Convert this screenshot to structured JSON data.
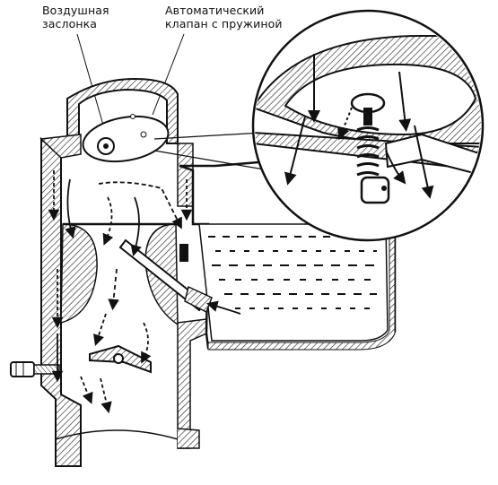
{
  "labels": {
    "air_damper": {
      "line1": "Воздушная",
      "line2": "заслонка"
    },
    "auto_valve": {
      "line1": "Автоматический",
      "line2": "клапан с пружиной"
    }
  },
  "colors": {
    "ink": "#1a1a1a",
    "hatch": "#2a2a2a",
    "fuel": "#111111",
    "paper": "#ffffff"
  },
  "icons": {
    "flow_arrows": "arrow-down",
    "spring_valve": "coil-spring"
  }
}
